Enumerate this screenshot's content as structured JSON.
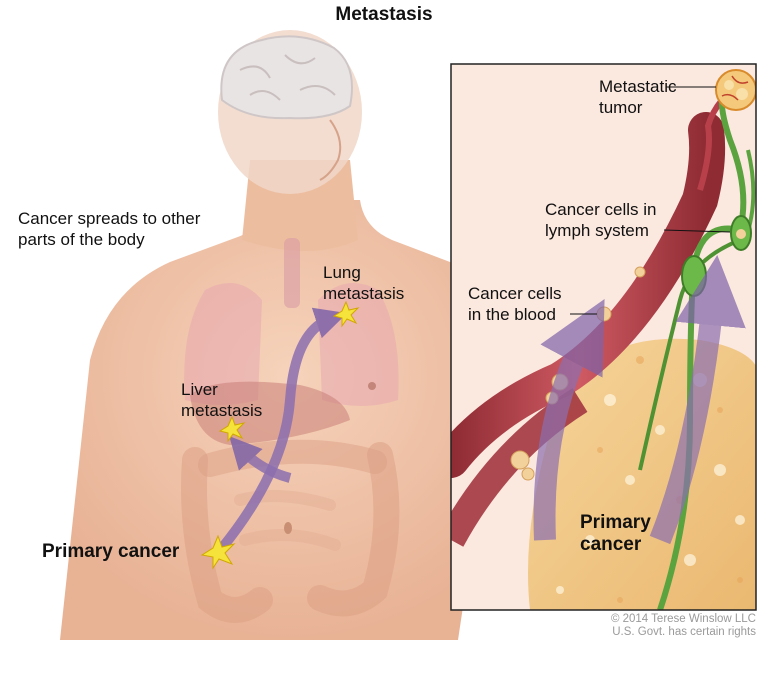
{
  "title": "Metastasis",
  "spread_label": "Cancer spreads to other parts of the body",
  "body_labels": {
    "lung_metastasis": [
      "Lung",
      "metastasis"
    ],
    "liver_metastasis": [
      "Liver",
      "metastasis"
    ],
    "primary_cancer": "Primary cancer"
  },
  "inset_labels": {
    "metastatic_tumor": [
      "Metastatic",
      "tumor"
    ],
    "lymph_cells": [
      "Cancer cells in",
      "lymph system"
    ],
    "blood_cells": [
      "Cancer cells",
      "in the blood"
    ],
    "primary_cancer": [
      "Primary",
      "cancer"
    ]
  },
  "copyright": [
    "© 2014 Terese Winslow LLC",
    "U.S. Govt. has certain rights"
  ],
  "colors": {
    "skin": "#f1c4a6",
    "arrow": "#8c6fb0",
    "vessel": "#b8404a",
    "lymph": "#5aa33f",
    "tumor": "#f2c98b"
  }
}
